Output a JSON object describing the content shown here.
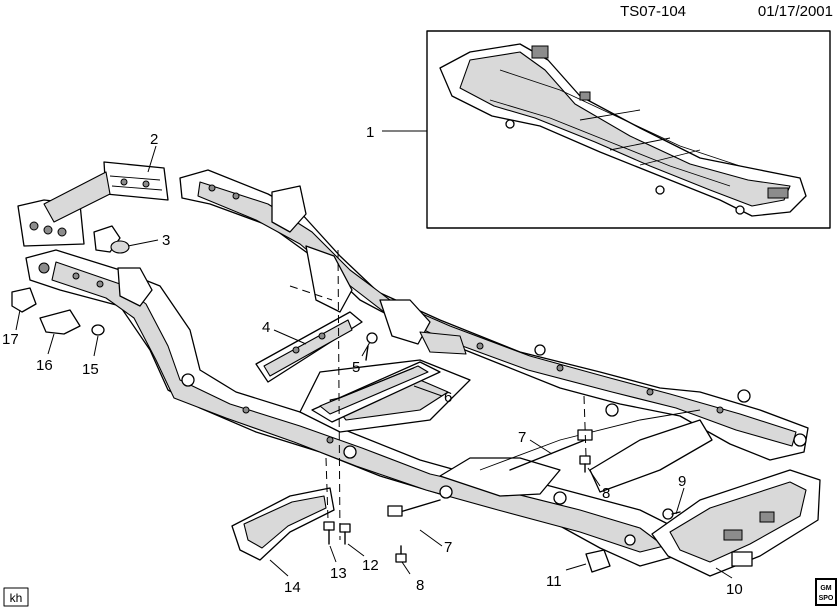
{
  "header": {
    "doc_id": "TS07-104",
    "date": "01/17/2001"
  },
  "corner_tag": "kh",
  "logo_text": [
    "GM",
    "SPO"
  ],
  "callouts": [
    "1",
    "2",
    "3",
    "4",
    "5",
    "6",
    "7",
    "7",
    "8",
    "8",
    "9",
    "10",
    "11",
    "12",
    "13",
    "14",
    "15",
    "16",
    "17"
  ]
}
